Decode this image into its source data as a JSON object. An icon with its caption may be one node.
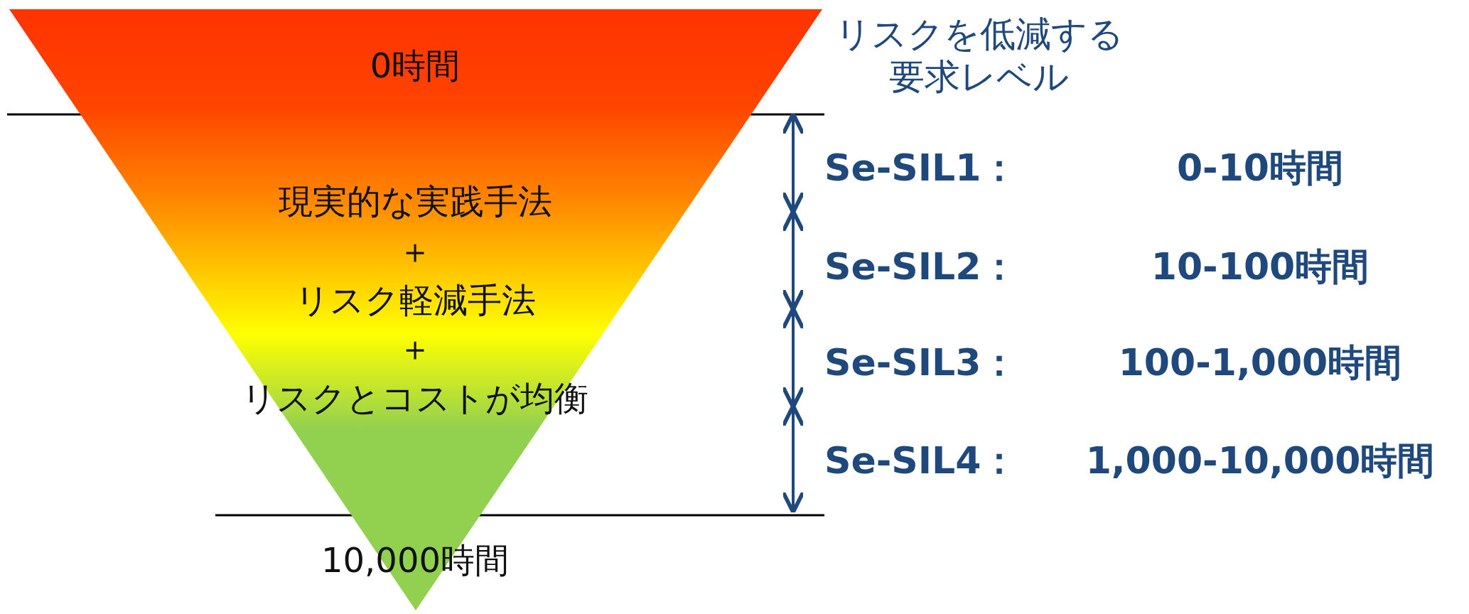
{
  "diagram": {
    "nodes": [
      {
        "text": [
          "0時間",
          "現実的な実践手法",
          "＋",
          "リスク軽減手法",
          "＋",
          "リスクとコストが均衡",
          "10,000時間"
        ]
      }
    ],
    "edges": [],
    "labels": [
      "リスクを低減する要求レベル",
      "Se-SIL1：",
      "0-10時間",
      "Se-SIL2：",
      "10-100時間",
      "Se-SIL3：",
      "100-1,000時間",
      "Se-SIL4：",
      "1,000-10,000時間"
    ]
  }
}
